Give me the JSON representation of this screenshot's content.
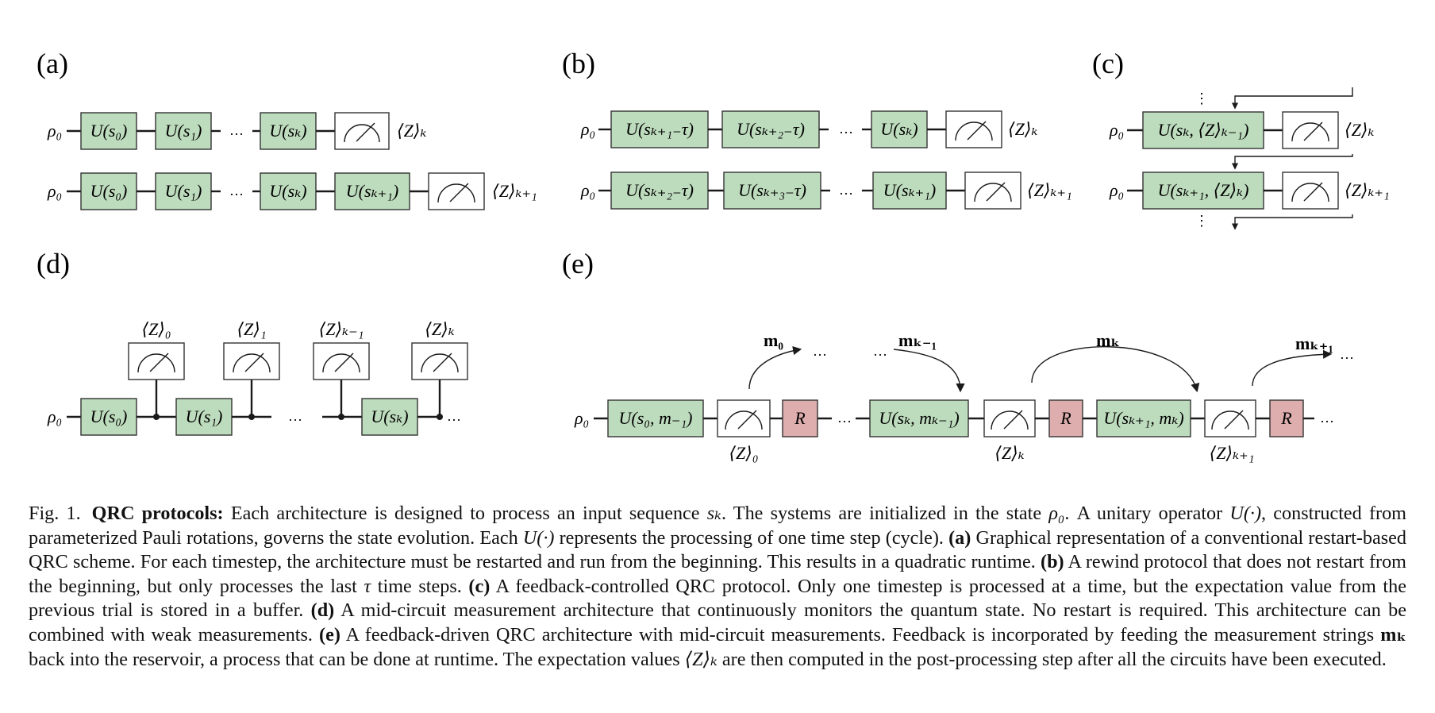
{
  "figure": {
    "panels": [
      {
        "label": "(a)",
        "title": "Restart-based QRC",
        "rows": [
          {
            "init": "ρ₀",
            "gates": [
              "U(s₀)",
              "U(s₁)",
              "…",
              "U(sₖ)"
            ],
            "measure": "⟨Z⟩ₖ"
          },
          {
            "init": "ρ₀",
            "gates": [
              "U(s₀)",
              "U(s₁)",
              "…",
              "U(sₖ)",
              "U(sₖ₊₁)"
            ],
            "measure": "⟨Z⟩ₖ₊₁"
          }
        ]
      },
      {
        "label": "(b)",
        "title": "Rewind protocol",
        "rows": [
          {
            "init": "ρ₀",
            "gates": [
              "U(sₖ₊₁₋τ)",
              "U(sₖ₊₂₋τ)",
              "…",
              "U(sₖ)"
            ],
            "measure": "⟨Z⟩ₖ"
          },
          {
            "init": "ρ₀",
            "gates": [
              "U(sₖ₊₂₋τ)",
              "U(sₖ₊₃₋τ)",
              "…",
              "U(sₖ₊₁)"
            ],
            "measure": "⟨Z⟩ₖ₊₁"
          }
        ]
      },
      {
        "label": "(c)",
        "title": "Feedback-controlled QRC",
        "rows": [
          {
            "init": "ρ₀",
            "gates": [
              "U(sₖ, ⟨Z⟩ₖ₋₁)"
            ],
            "measure": "⟨Z⟩ₖ"
          },
          {
            "init": "ρ₀",
            "gates": [
              "U(sₖ₊₁, ⟨Z⟩ₖ)"
            ],
            "measure": "⟨Z⟩ₖ₊₁"
          }
        ],
        "vdots": "⋮"
      },
      {
        "label": "(d)",
        "title": "Mid-circuit measurement",
        "init": "ρ₀",
        "gates": [
          "U(s₀)",
          "U(s₁)",
          "U(sₖ)"
        ],
        "measures": [
          "⟨Z⟩₀",
          "⟨Z⟩₁",
          "⟨Z⟩ₖ₋₁",
          "⟨Z⟩ₖ"
        ],
        "ellipsis": "…"
      },
      {
        "label": "(e)",
        "title": "Feedback-driven QRC with mid-circuit measurements",
        "init": "ρ₀",
        "gates": [
          "U(s₀, m₋₁)",
          "U(sₖ, mₖ₋₁)",
          "U(sₖ₊₁, mₖ)"
        ],
        "reset": "R",
        "measures": [
          "⟨Z⟩₀",
          "⟨Z⟩ₖ",
          "⟨Z⟩ₖ₊₁"
        ],
        "feedback": [
          "m₀",
          "mₖ₋₁",
          "mₖ",
          "mₖ₊₁"
        ],
        "ellipsis": "…"
      }
    ],
    "colors": {
      "unitary": "#bddbbd",
      "reset": "#deadad",
      "measure": "#ffffff",
      "line": "#1a1a1a"
    }
  },
  "caption": {
    "fig_number": "Fig. 1.",
    "heading": "QRC protocols:",
    "intro": " Each architecture is designed to process an input sequence ",
    "s_k": "sₖ",
    "intro2": ". The systems are initialized in the state ",
    "rho0": "ρ₀",
    "intro3": ". A unitary operator ",
    "U": "U(·)",
    "intro4": ", constructed from parameterized Pauli rotations, governs the state evolution. Each ",
    "intro5": " represents the processing of one time step (cycle). ",
    "a_label": "(a)",
    "a_text": " Graphical representation of a conventional restart-based QRC scheme. For each timestep, the architecture must be restarted and run from the beginning. This results in a quadratic runtime. ",
    "b_label": "(b)",
    "b_text": " A rewind protocol that does not restart from the beginning, but only processes the last ",
    "tau": "τ",
    "b_text2": " time steps. ",
    "c_label": "(c)",
    "c_text": " A feedback-controlled QRC protocol. Only one timestep is processed at a time, but the expectation value from the previous trial is stored in a buffer. ",
    "d_label": "(d)",
    "d_text": " A mid-circuit measurement architecture that continuously monitors the quantum state. No restart is required. This architecture can be combined with weak measurements. ",
    "e_label": "(e)",
    "e_text": " A feedback-driven QRC architecture with mid-circuit measurements. Feedback is incorporated by feeding the measurement strings ",
    "m_k": "mₖ",
    "e_text2": " back into the reservoir, a process that can be done at runtime. The expectation values ",
    "Z_k": "⟨Z⟩ₖ",
    "e_text3": " are then computed in the post-processing step after all the circuits have been executed."
  }
}
